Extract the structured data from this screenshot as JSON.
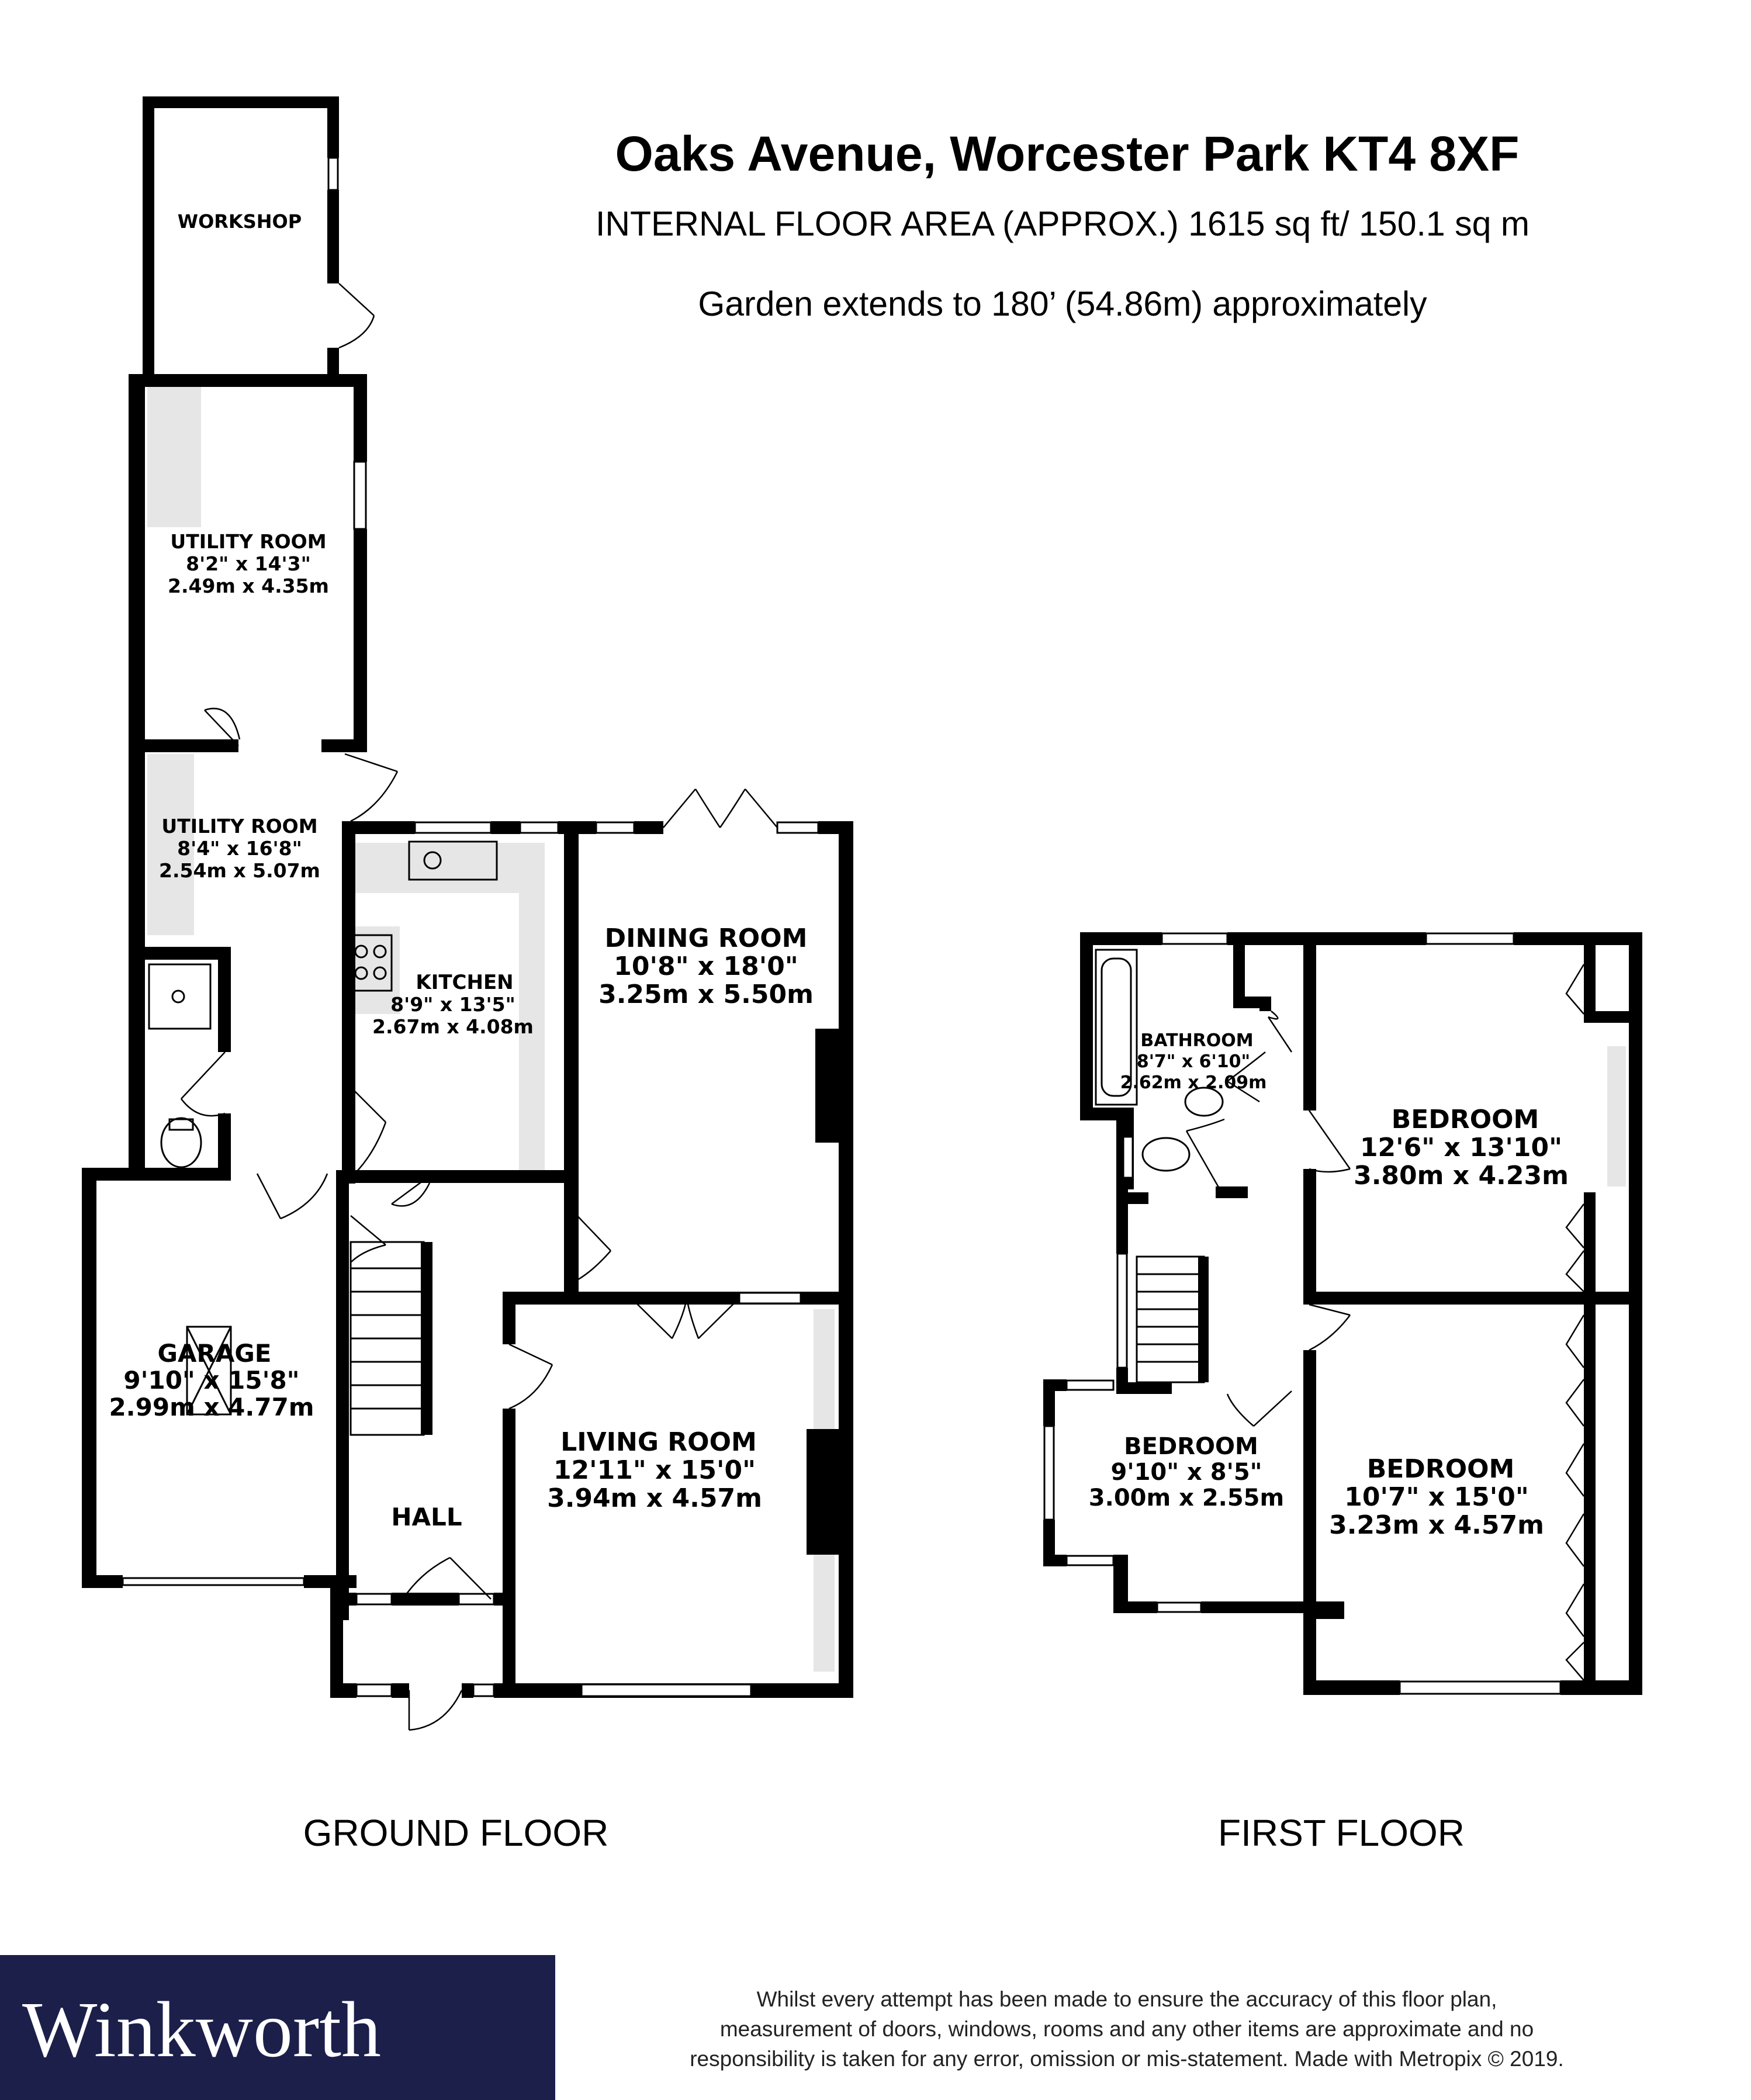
{
  "header": {
    "title": "Oaks Avenue, Worcester Park KT4 8XF",
    "floor_area": "INTERNAL FLOOR AREA (APPROX.) 1615 sq ft/ 150.1 sq m",
    "garden": "Garden extends to 180’ (54.86m) approximately"
  },
  "rooms": {
    "workshop": {
      "name": "WORKSHOP"
    },
    "utility_room_rear": {
      "name": "UTILITY ROOM",
      "imperial": "8'2\"  x 14'3\"",
      "metric": "2.49m  x 4.35m"
    },
    "utility_room_front": {
      "name": "UTILITY ROOM",
      "imperial": "8'4\"  x 16'8\"",
      "metric": "2.54m  x 5.07m"
    },
    "kitchen": {
      "name": "KITCHEN",
      "imperial": "8'9\"  x 13'5\"",
      "metric": "2.67m  x 4.08m"
    },
    "dining_room": {
      "name": "DINING ROOM",
      "imperial": "10'8\"  x 18'0\"",
      "metric": "3.25m  x 5.50m"
    },
    "garage": {
      "name": "GARAGE",
      "imperial": "9'10\"  x 15'8\"",
      "metric": "2.99m  x 4.77m"
    },
    "living_room": {
      "name": "LIVING ROOM",
      "imperial": "12'11\"  x 15'0\"",
      "metric": "3.94m  x 4.57m"
    },
    "hall": {
      "name": "HALL"
    },
    "bathroom": {
      "name": "BATHROOM",
      "imperial": "8'7\"  x 6'10\"",
      "metric": "2.62m  x 2.09m"
    },
    "bedroom_1": {
      "name": "BEDROOM",
      "imperial": "12'6\"  x 13'10\"",
      "metric": "3.80m  x 4.23m"
    },
    "bedroom_2": {
      "name": "BEDROOM",
      "imperial": "9'10\"  x 8'5\"",
      "metric": "3.00m  x 2.55m"
    },
    "bedroom_3": {
      "name": "BEDROOM",
      "imperial": "10'7\"  x 15'0\"",
      "metric": "3.23m  x 4.57m"
    }
  },
  "floors": {
    "ground": "GROUND FLOOR",
    "first": "FIRST FLOOR"
  },
  "footer": {
    "brand": "Winkworth",
    "brand_bg": "#1b1f4a",
    "disclaimer_lines": [
      "Whilst every attempt has been made to ensure the accuracy of this floor plan,",
      "measurement of doors, windows, rooms and any other items are approximate and no",
      "responsibility is taken for any error, omission or mis-statement. Made with Metropix © 2019."
    ]
  }
}
